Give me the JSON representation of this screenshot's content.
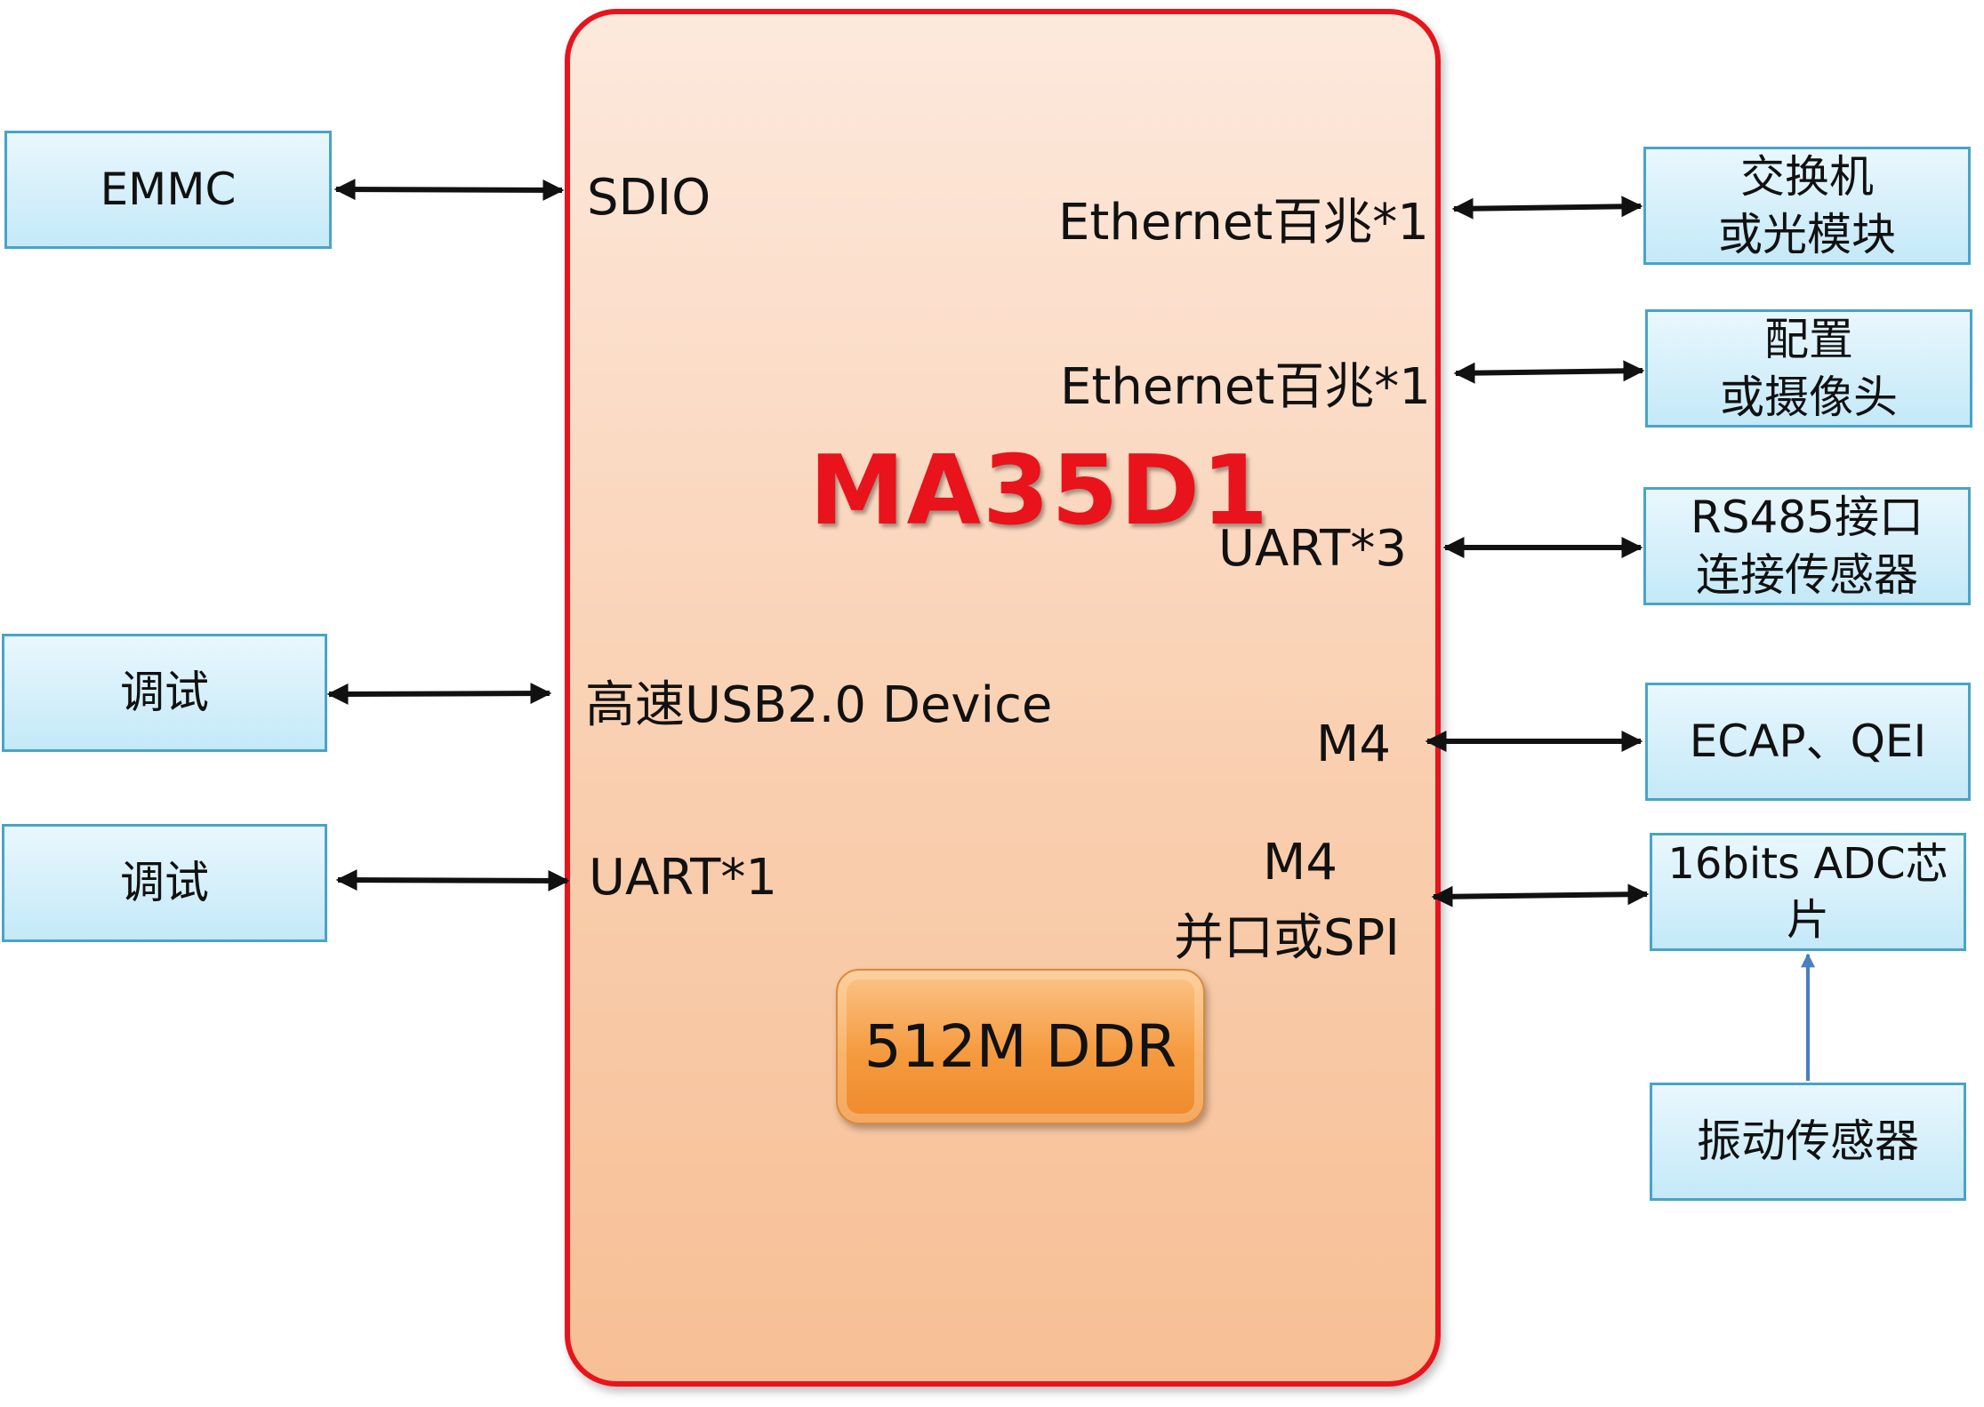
{
  "chip": {
    "name": "MA35D1",
    "memory": "512M DDR"
  },
  "ports": {
    "sdio": "SDIO",
    "eth1": "Ethernet百兆*1",
    "eth2": "Ethernet百兆*1",
    "uart3": "UART*3",
    "usb": "高速USB2.0 Device",
    "m4": "M4",
    "uart1": "UART*1",
    "m4_spi_line1": "M4",
    "m4_spi_line2": "并口或SPI"
  },
  "left_blocks": {
    "emmc": "EMMC",
    "debug1": "调试",
    "debug2": "调试"
  },
  "right_blocks": {
    "switch_line1": "交换机",
    "switch_line2": "或光模块",
    "config_line1": "配置",
    "config_line2": "或摄像头",
    "rs485_line1": "RS485接口",
    "rs485_line2": "连接传感器",
    "ecap": "ECAP、QEI",
    "adc": "16bits ADC芯片",
    "vibration": "振动传感器"
  },
  "colors": {
    "chip_border": "#e8131b",
    "title": "#e8131b",
    "block_border": "#4aa3c8",
    "arrow_up": "#4a7fc1"
  }
}
